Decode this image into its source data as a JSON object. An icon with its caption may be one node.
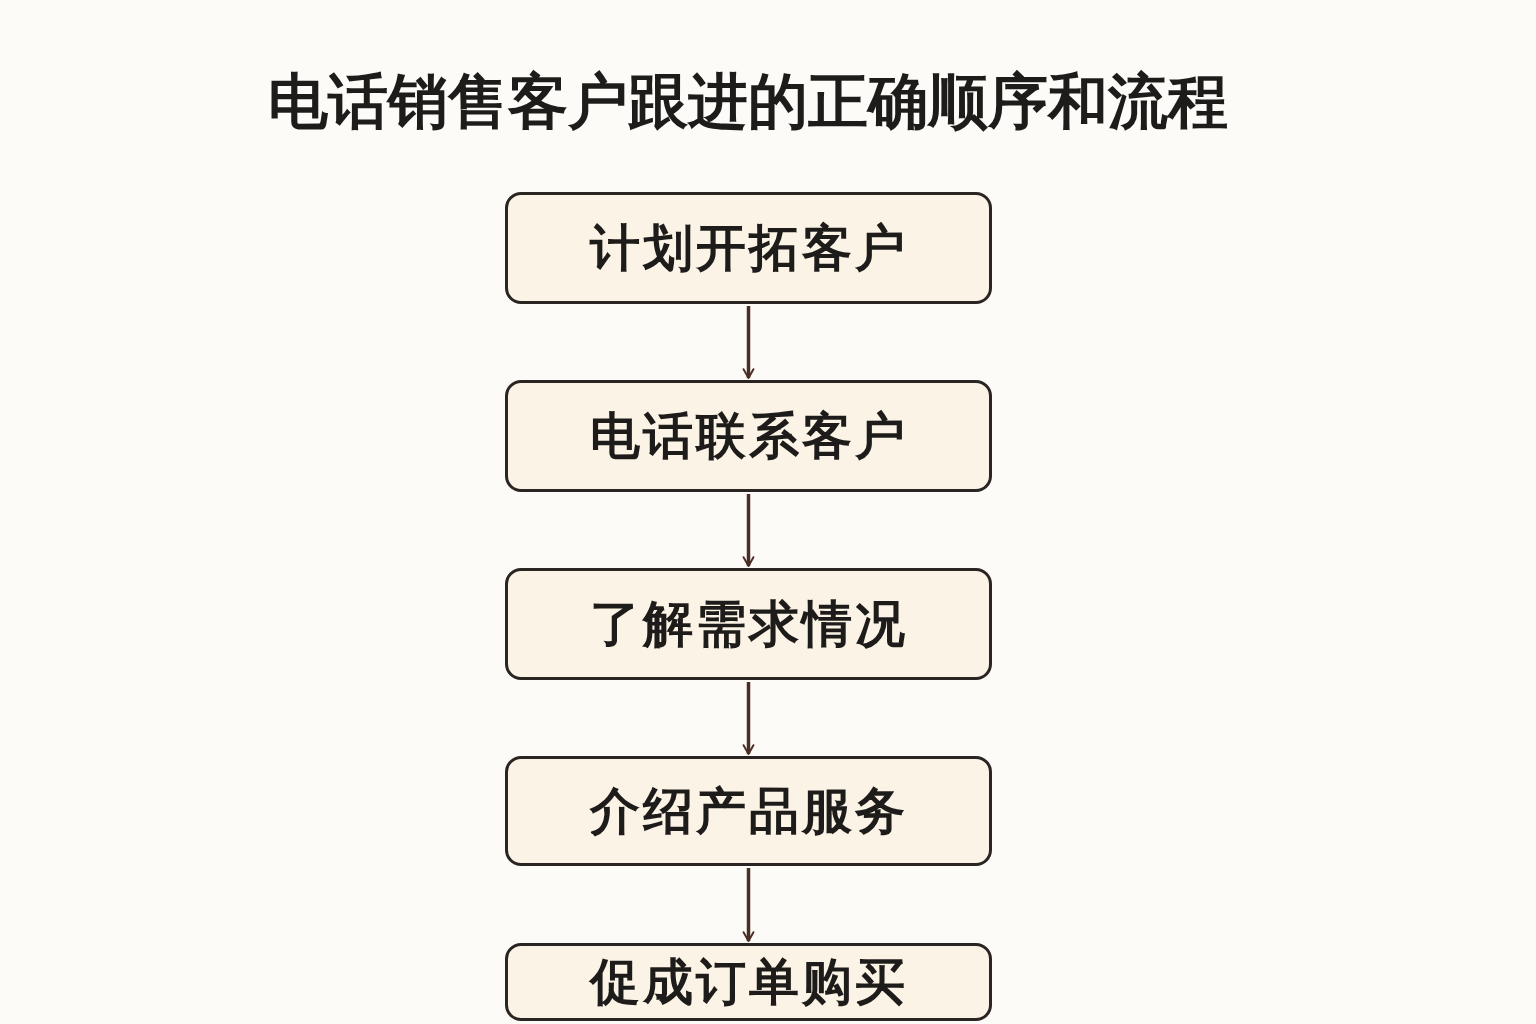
{
  "diagram": {
    "title": "电话销售客户跟进的正确顺序和流程",
    "nodes": [
      {
        "text": [
          "计划开拓客户"
        ]
      },
      {
        "text": [
          "电话联系客户"
        ]
      },
      {
        "text": [
          "了解需求情况"
        ]
      },
      {
        "text": [
          "介绍产品服务"
        ]
      },
      {
        "text": [
          "促成订单购买"
        ]
      }
    ],
    "edges": [
      {
        "from": 0,
        "to": 1,
        "arrow": "to"
      },
      {
        "from": 1,
        "to": 2,
        "arrow": "to"
      },
      {
        "from": 2,
        "to": 3,
        "arrow": "to"
      },
      {
        "from": 3,
        "to": 4,
        "arrow": "to"
      }
    ]
  }
}
